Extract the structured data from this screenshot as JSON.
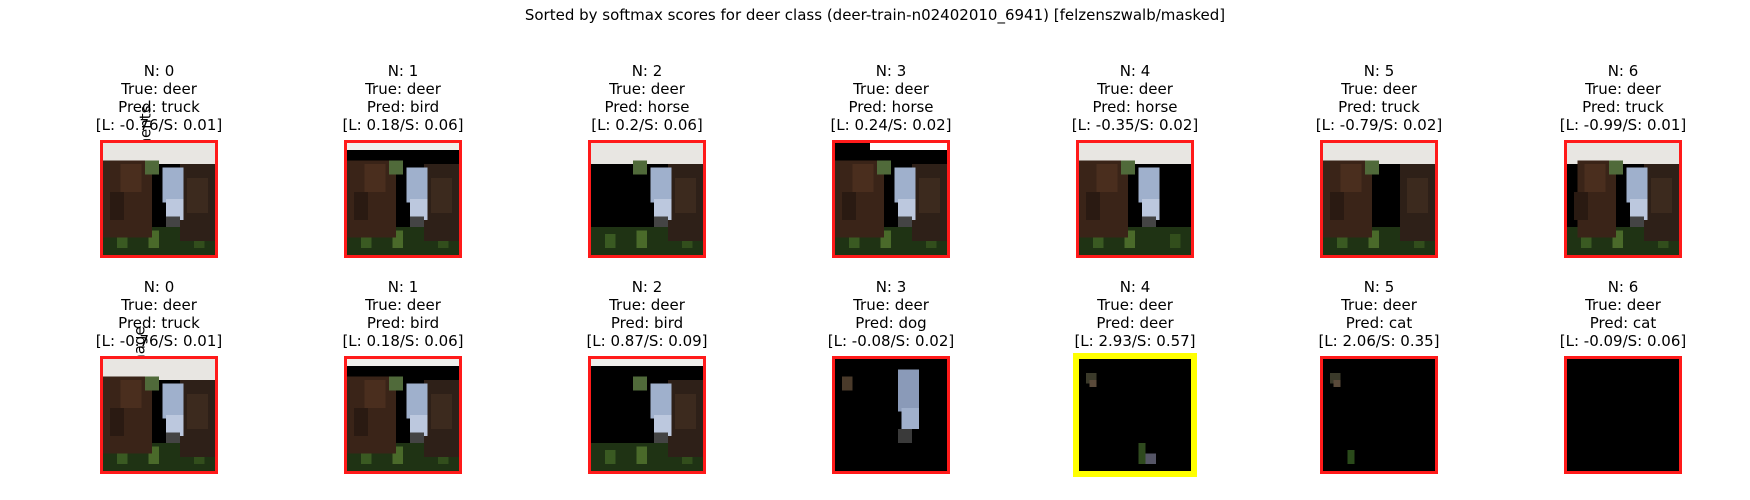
{
  "title": "Sorted by softmax scores for deer class (deer-train-n02402010_6941) [felzenszwalb/masked]",
  "rows": [
    {
      "label": "Indvidual Segments",
      "panels": [
        {
          "n": "N: 0",
          "true": "True: deer",
          "pred": "Pred: truck",
          "scores": "[L: -0.76/S: 0.01]",
          "border": "#ff1a1a",
          "mask": "none"
        },
        {
          "n": "N: 1",
          "true": "True: deer",
          "pred": "Pred: bird",
          "scores": "[L: 0.18/S: 0.06]",
          "border": "#ff1a1a",
          "mask": "sky"
        },
        {
          "n": "N: 2",
          "true": "True: deer",
          "pred": "Pred: horse",
          "scores": "[L: 0.2/S: 0.06]",
          "border": "#ff1a1a",
          "mask": "leftbody"
        },
        {
          "n": "N: 3",
          "true": "True: deer",
          "pred": "Pred: horse",
          "scores": "[L: 0.24/S: 0.02]",
          "border": "#ff1a1a",
          "mask": "skybig"
        },
        {
          "n": "N: 4",
          "true": "True: deer",
          "pred": "Pred: horse",
          "scores": "[L: -0.35/S: 0.02]",
          "border": "#ff1a1a",
          "mask": "rightbody"
        },
        {
          "n": "N: 5",
          "true": "True: deer",
          "pred": "Pred: truck",
          "scores": "[L: -0.79/S: 0.02]",
          "border": "#ff1a1a",
          "mask": "face"
        },
        {
          "n": "N: 6",
          "true": "True: deer",
          "pred": "Pred: truck",
          "scores": "[L: -0.99/S: 0.01]",
          "border": "#ff1a1a",
          "mask": "leftedge"
        }
      ]
    },
    {
      "label": "Cumulative Image",
      "panels": [
        {
          "n": "N: 0",
          "true": "True: deer",
          "pred": "Pred: truck",
          "scores": "[L: -0.76/S: 0.01]",
          "border": "#ff1a1a",
          "mask": "none"
        },
        {
          "n": "N: 1",
          "true": "True: deer",
          "pred": "Pred: bird",
          "scores": "[L: 0.18/S: 0.06]",
          "border": "#ff1a1a",
          "mask": "sky"
        },
        {
          "n": "N: 2",
          "true": "True: deer",
          "pred": "Pred: bird",
          "scores": "[L: 0.87/S: 0.09]",
          "border": "#ff1a1a",
          "mask": "sky+leftbody"
        },
        {
          "n": "N: 3",
          "true": "True: deer",
          "pred": "Pred: dog",
          "scores": "[L: -0.08/S: 0.02]",
          "border": "#ff1a1a",
          "mask": "mostly-black-face"
        },
        {
          "n": "N: 4",
          "true": "True: deer",
          "pred": "Pred: deer",
          "scores": "[L: 2.93/S: 0.57]",
          "border": "#ffff00",
          "mask": "tiny-bits"
        },
        {
          "n": "N: 5",
          "true": "True: deer",
          "pred": "Pred: cat",
          "scores": "[L: 2.06/S: 0.35]",
          "border": "#ff1a1a",
          "mask": "tinier-bits"
        },
        {
          "n": "N: 6",
          "true": "True: deer",
          "pred": "Pred: cat",
          "scores": "[L: -0.09/S: 0.06]",
          "border": "#ff1a1a",
          "mask": "black"
        }
      ]
    }
  ]
}
